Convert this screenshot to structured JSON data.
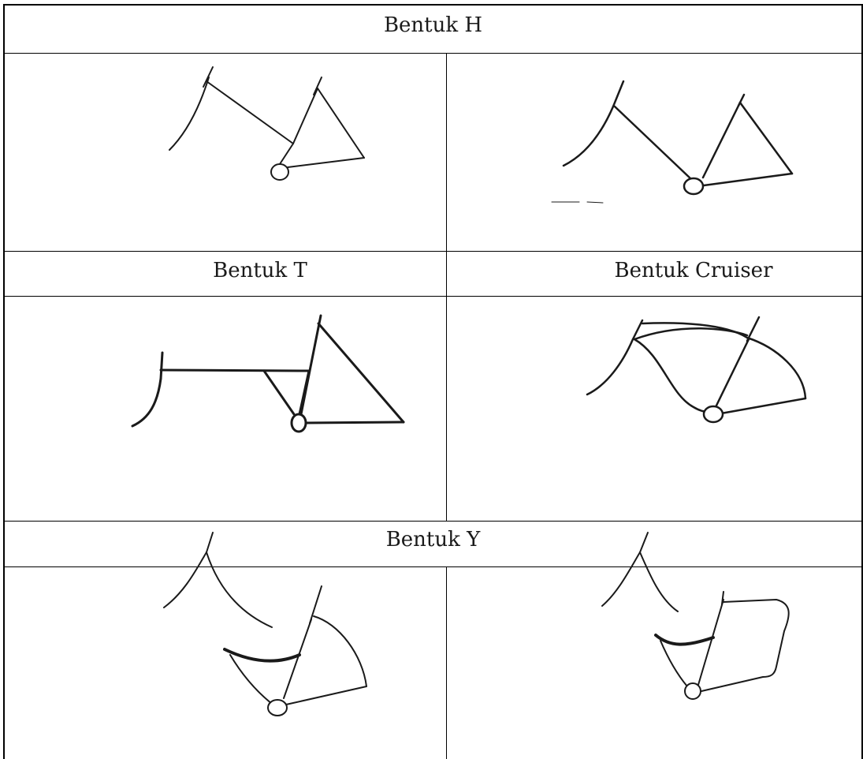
{
  "table": {
    "row1_header": "Bentuk H",
    "row2_header_left": "Bentuk T",
    "row2_header_right": "Bentuk Cruiser",
    "row3_header": "Bentuk Y"
  }
}
